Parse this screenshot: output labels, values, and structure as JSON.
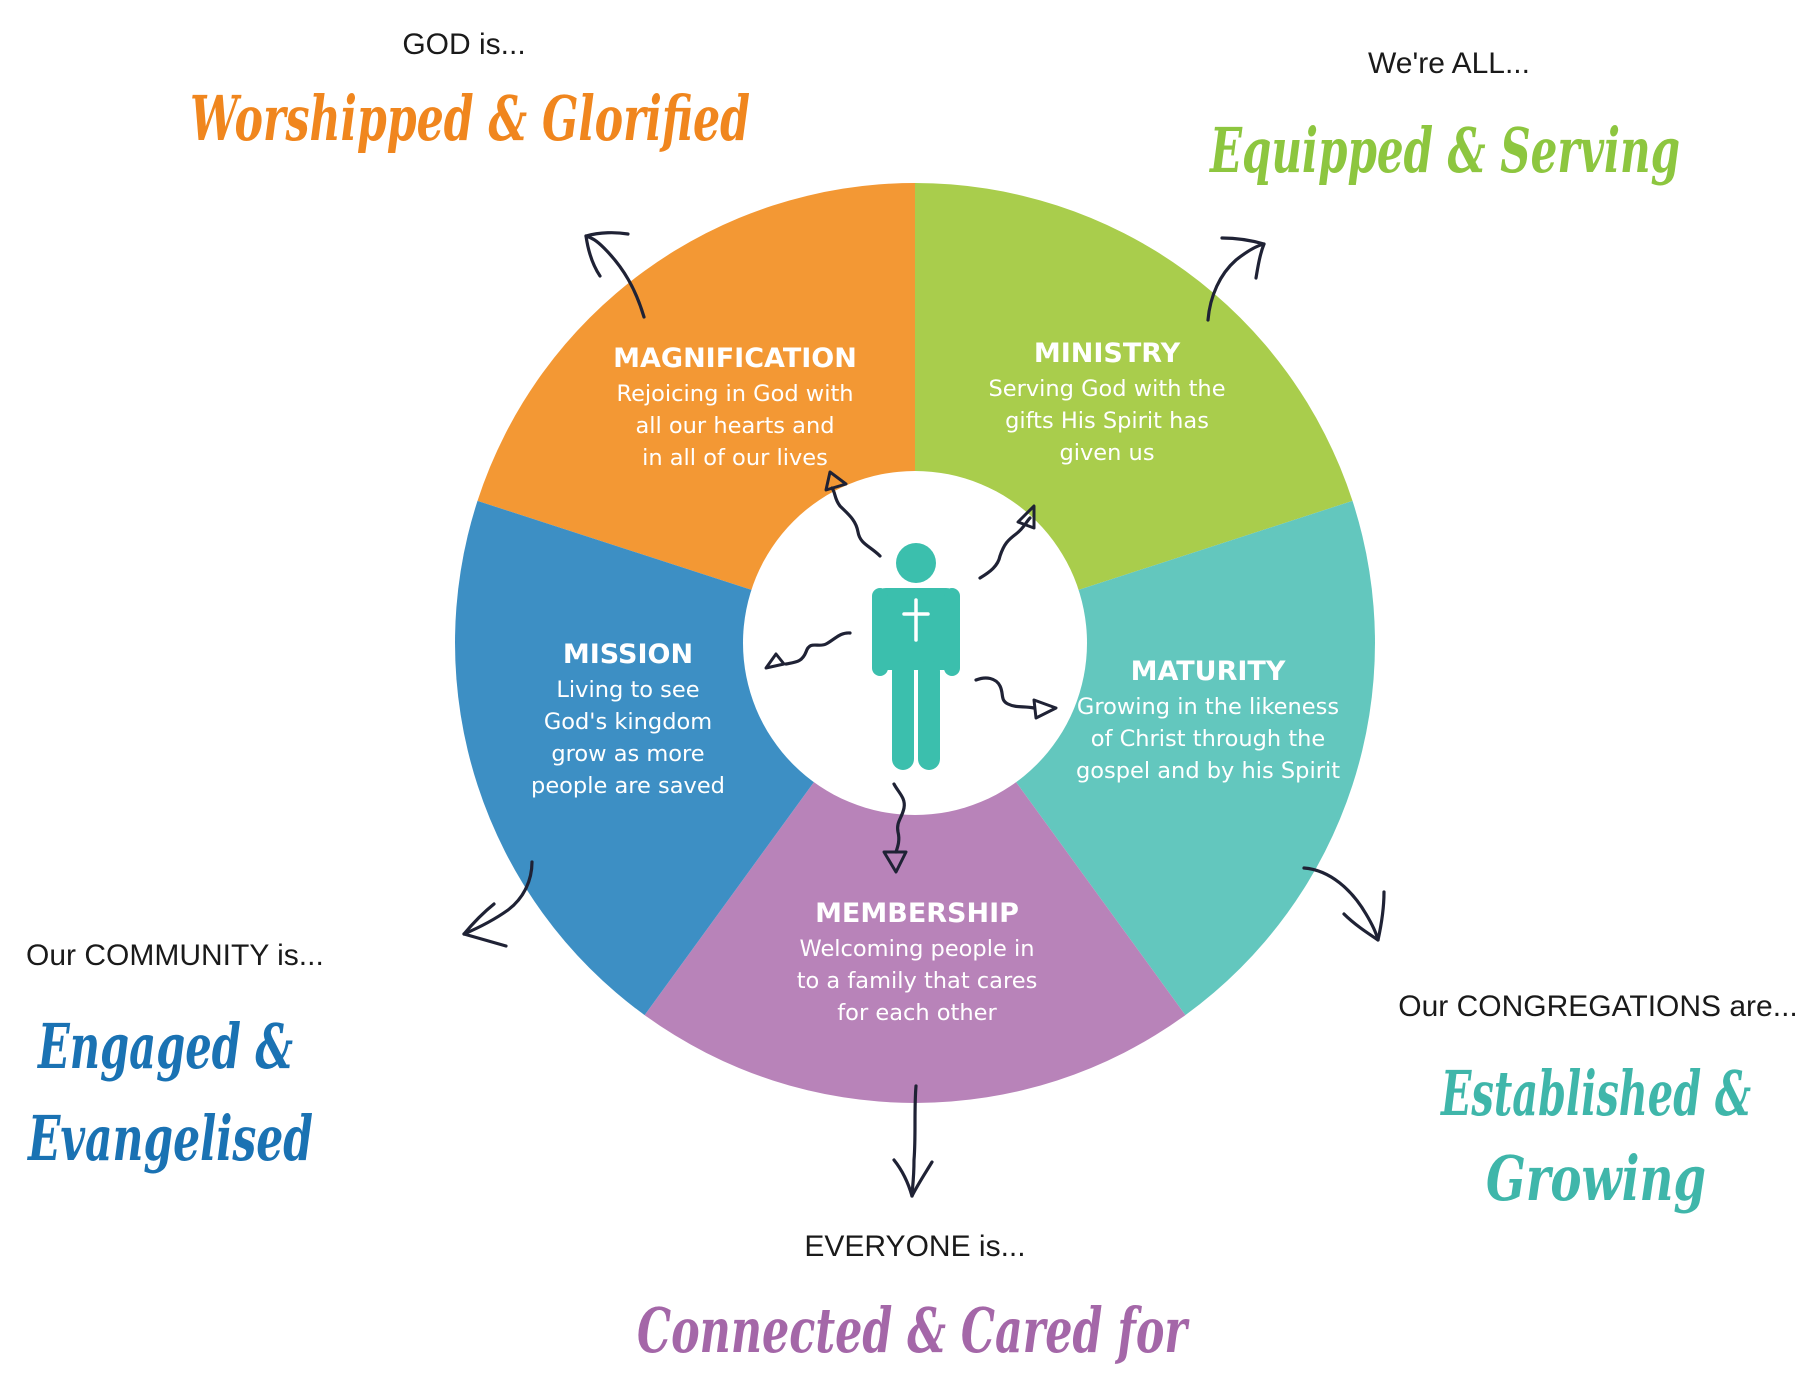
{
  "colors": {
    "orange": "#f39834",
    "green": "#a9cd4c",
    "teal": "#63c7be",
    "purple": "#b883b9",
    "blue": "#3d8fc4",
    "figure": "#3bbfad",
    "arrows": "#1f2235"
  },
  "center_icon": "person-with-cross-icon",
  "segments": {
    "magnification": {
      "title": "MAGNIFICATION",
      "lines": [
        "Rejoicing in God with",
        "all our hearts and",
        "in all of our lives"
      ]
    },
    "ministry": {
      "title": "MINISTRY",
      "lines": [
        "Serving God with the",
        "gifts His Spirit has",
        "given us"
      ]
    },
    "maturity": {
      "title": "MATURITY",
      "lines": [
        "Growing in the likeness",
        "of Christ through the",
        "gospel and by his Spirit"
      ]
    },
    "membership": {
      "title": "MEMBERSHIP",
      "lines": [
        "Welcoming people in",
        "to a family that cares",
        "for each other"
      ]
    },
    "mission": {
      "title": "MISSION",
      "lines": [
        "Living to see",
        "God's kingdom",
        "grow as more",
        "people are saved"
      ]
    }
  },
  "outcomes": {
    "god": {
      "lead": "GOD is...",
      "lines": [
        "Worshipped & Glorified"
      ]
    },
    "all": {
      "lead": "We're ALL...",
      "lines": [
        "Equipped & Serving"
      ]
    },
    "congregations": {
      "lead": "Our CONGREGATIONS are...",
      "lines": [
        "Established &",
        "Growing"
      ]
    },
    "everyone": {
      "lead": "EVERYONE is...",
      "lines": [
        "Connected & Cared for"
      ]
    },
    "community": {
      "lead": "Our COMMUNITY is...",
      "lines": [
        "Engaged &",
        "Evangelised"
      ]
    }
  }
}
